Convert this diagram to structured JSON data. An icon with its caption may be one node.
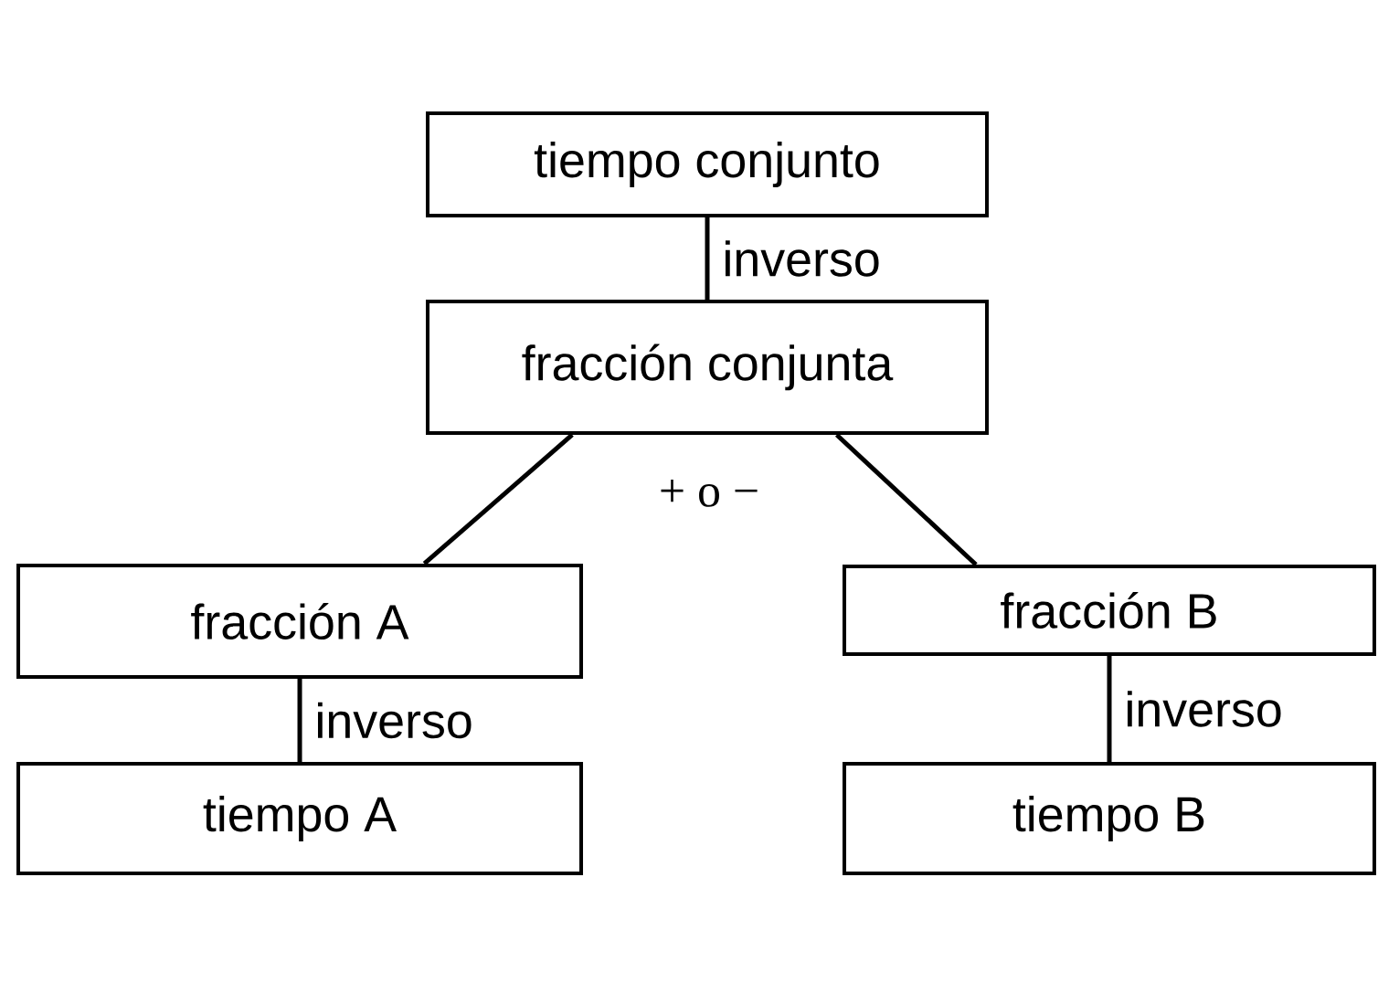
{
  "diagram": {
    "nodes": [
      {
        "text": [
          "tiempo conjunto"
        ]
      },
      {
        "text": [
          "fracción conjunta"
        ]
      },
      {
        "text": [
          "fracción A"
        ]
      },
      {
        "text": [
          "fracción B"
        ]
      },
      {
        "text": [
          "tiempo A"
        ]
      },
      {
        "text": [
          "tiempo B"
        ]
      }
    ],
    "edges": [
      {
        "from": 0,
        "to": 1,
        "arrow": "none",
        "label": "inverso"
      },
      {
        "from": 1,
        "to": 2,
        "arrow": "none"
      },
      {
        "from": 1,
        "to": 3,
        "arrow": "none"
      },
      {
        "from": 2,
        "to": 4,
        "arrow": "none",
        "label": "inverso"
      },
      {
        "from": 3,
        "to": 5,
        "arrow": "none",
        "label": "inverso"
      }
    ],
    "labels": [
      "+ o −"
    ]
  }
}
